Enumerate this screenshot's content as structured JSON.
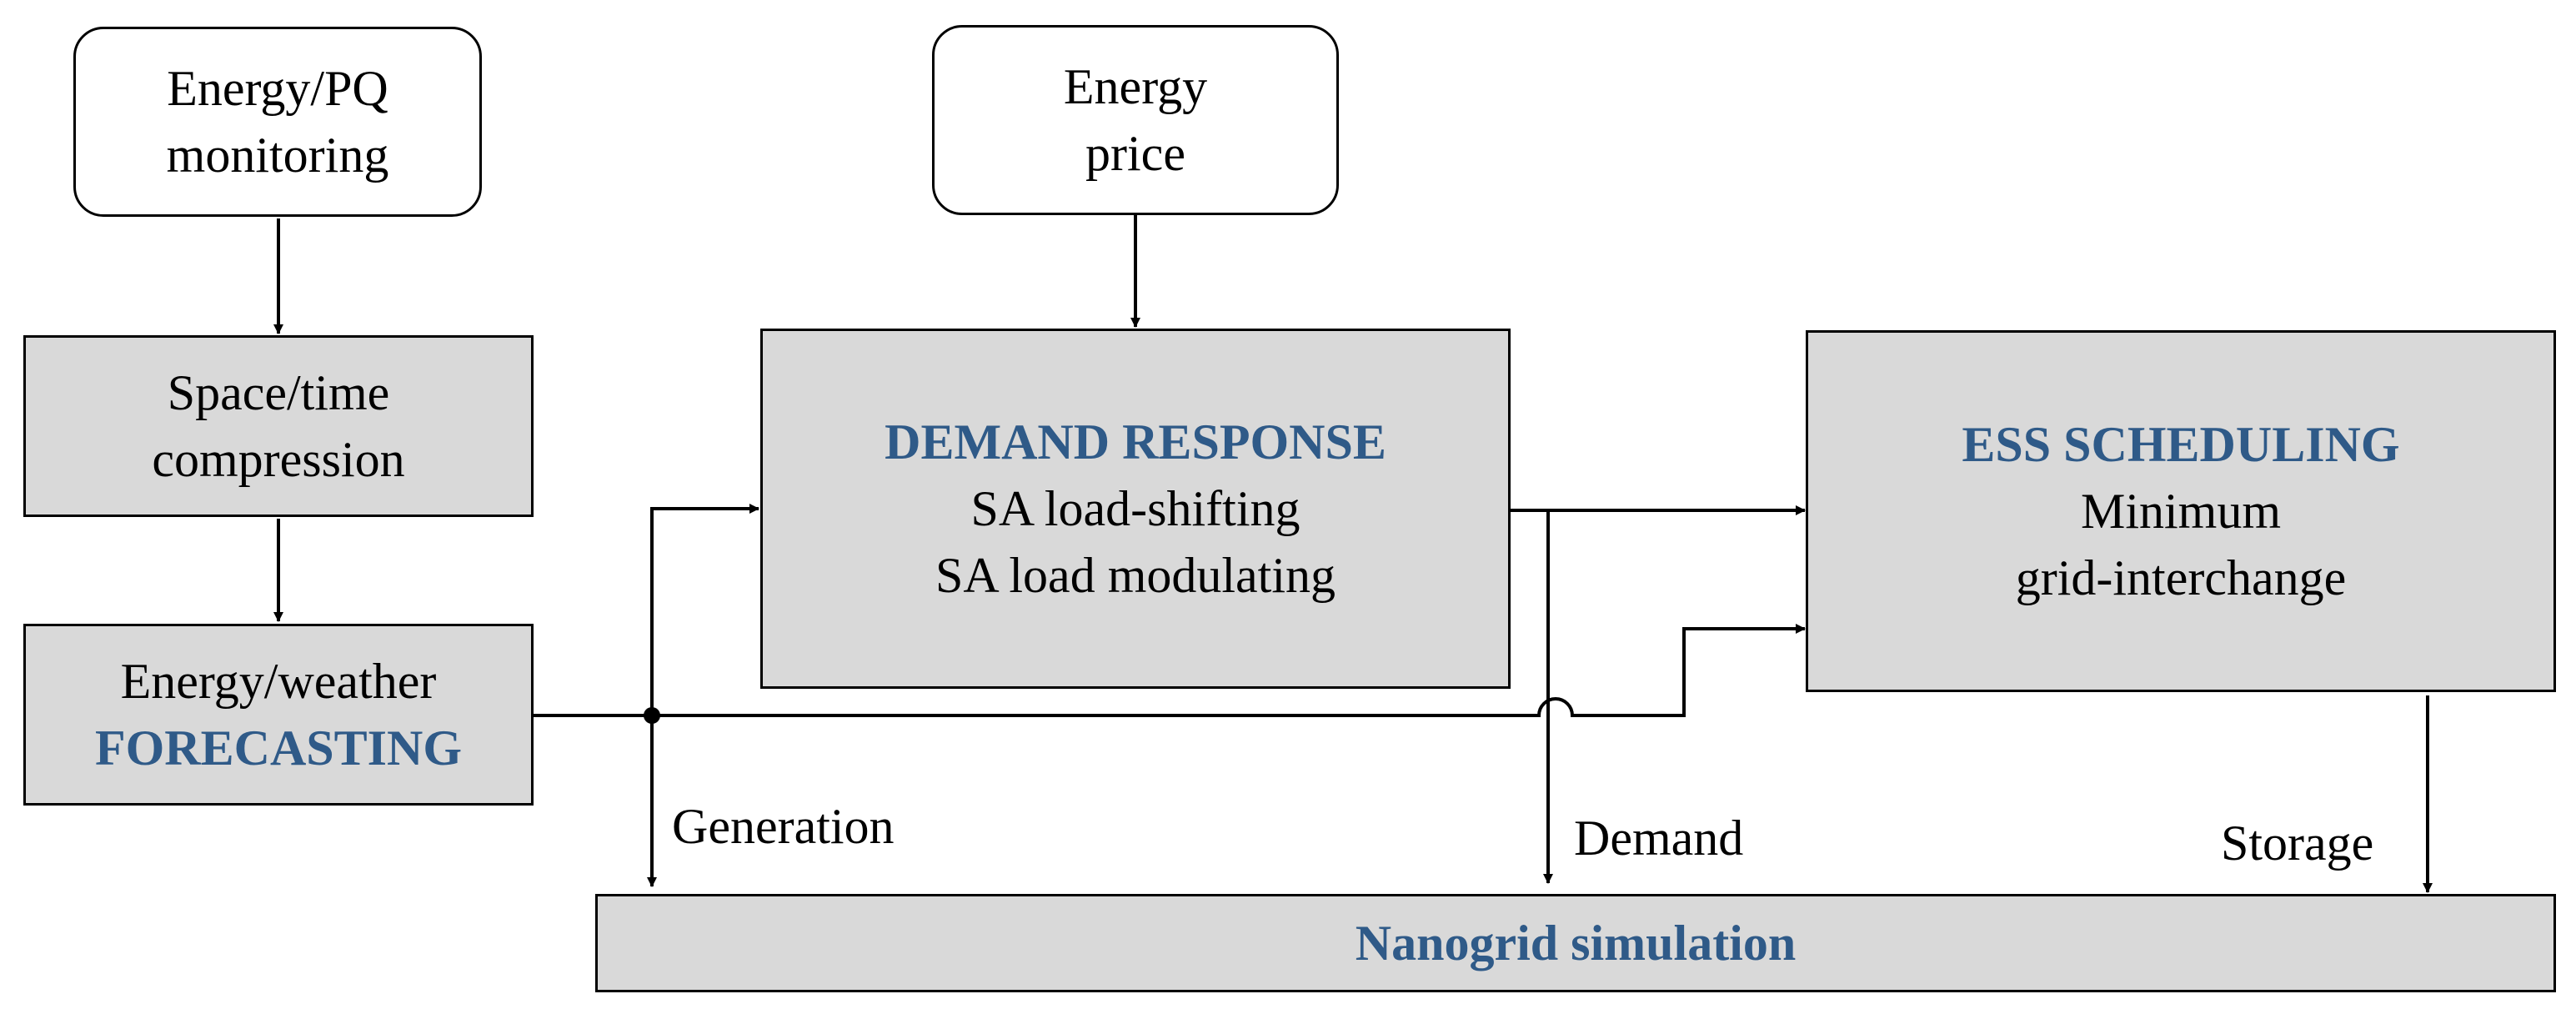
{
  "colors": {
    "accent": "#2f5a88",
    "box_fill": "#d9d9d9",
    "stroke": "#000000"
  },
  "nodes": {
    "energy_pq_monitoring": {
      "lines": [
        "Energy/PQ",
        "monitoring"
      ]
    },
    "energy_price": {
      "lines": [
        "Energy",
        "price"
      ]
    },
    "space_time_compression": {
      "lines": [
        "Space/time",
        "compression"
      ]
    },
    "forecasting": {
      "line1": "Energy/weather",
      "title": "FORECASTING"
    },
    "demand_response": {
      "title": "DEMAND RESPONSE",
      "lines": [
        "SA load-shifting",
        "SA load modulating"
      ]
    },
    "ess_scheduling": {
      "title": "ESS SCHEDULING",
      "lines": [
        "Minimum",
        "grid-interchange"
      ]
    },
    "nanogrid_simulation": {
      "title": "Nanogrid simulation"
    }
  },
  "edge_labels": {
    "generation": "Generation",
    "demand": "Demand",
    "storage": "Storage"
  }
}
